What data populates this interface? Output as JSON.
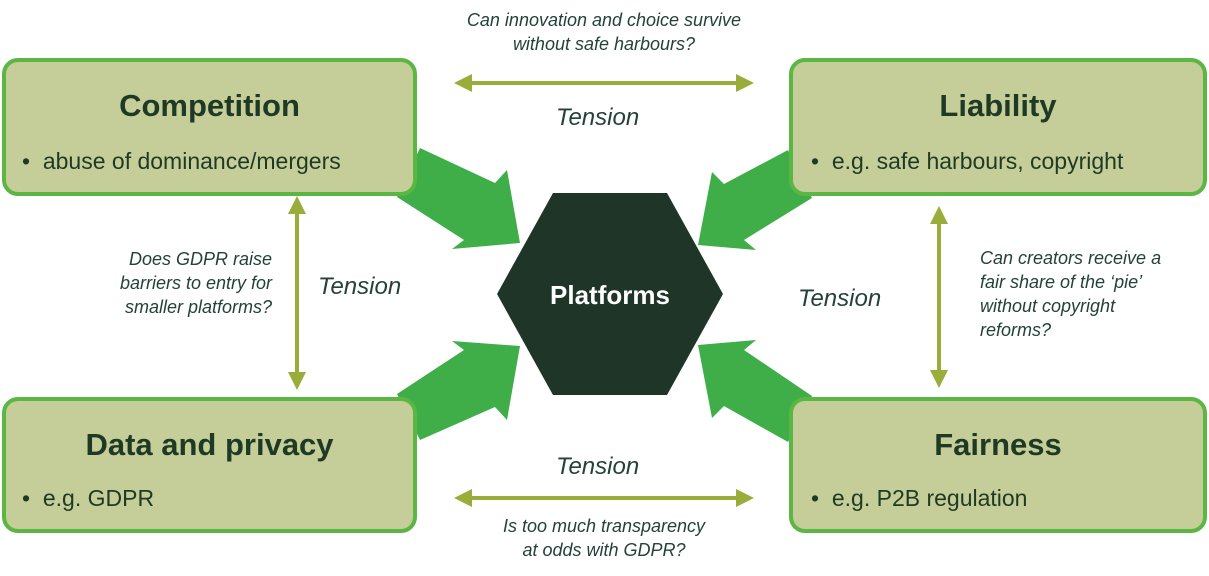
{
  "colors": {
    "box_fill": "#c5cd98",
    "box_border": "#5cb644",
    "arrow_green": "#3fae49",
    "double_arrow": "#9aac3a",
    "hexagon": "#1e3528",
    "text_dark": "#1f3a24"
  },
  "hub": {
    "label": "Platforms"
  },
  "boxes": {
    "competition": {
      "title": "Competition",
      "bullet": "abuse of dominance/mergers"
    },
    "liability": {
      "title": "Liability",
      "bullet": "e.g. safe harbours, copyright"
    },
    "data_privacy": {
      "title": "Data and privacy",
      "bullet": "e.g. GDPR"
    },
    "fairness": {
      "title": "Fairness",
      "bullet": "e.g. P2B regulation"
    }
  },
  "tensions": {
    "top": {
      "label": "Tension",
      "question": [
        "Can innovation and choice survive",
        "without safe harbours?"
      ]
    },
    "left": {
      "label": "Tension",
      "question": [
        "Does GDPR raise",
        "barriers to entry for",
        "smaller platforms?"
      ]
    },
    "right": {
      "label": "Tension",
      "question": [
        "Can creators receive a",
        "fair share of the ‘pie’",
        "without copyright",
        "reforms?"
      ]
    },
    "bottom": {
      "label": "Tension",
      "question": [
        "Is too much transparency",
        "at odds with GDPR?"
      ]
    }
  },
  "bullet_glyph": "•"
}
